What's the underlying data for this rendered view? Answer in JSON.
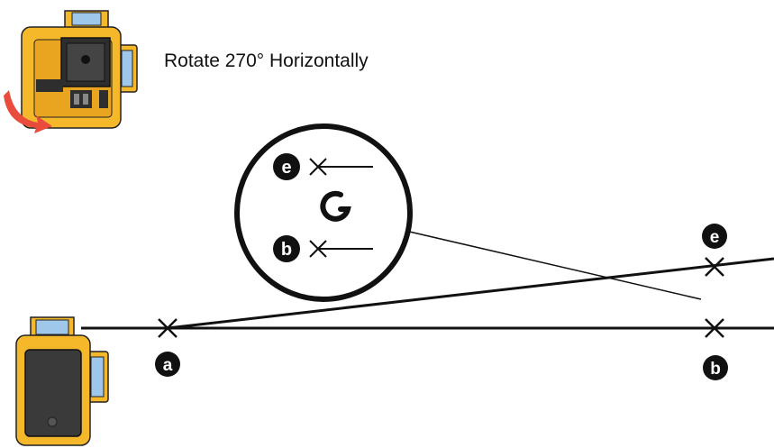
{
  "instruction": "Rotate 270° Horizontally",
  "markers": {
    "a": "a",
    "b": "b",
    "e": "e"
  },
  "icons": {
    "tool": "laser-level-icon",
    "rotate_arrow": "rotate-arrow-icon",
    "rotate_symbol": "clockwise-rotate-icon"
  },
  "colors": {
    "tool_body": "#f5b82a",
    "tool_dark": "#2e2e2e",
    "window": "#9ec7ea",
    "arrow": "#e94b3c",
    "line": "#111111"
  }
}
